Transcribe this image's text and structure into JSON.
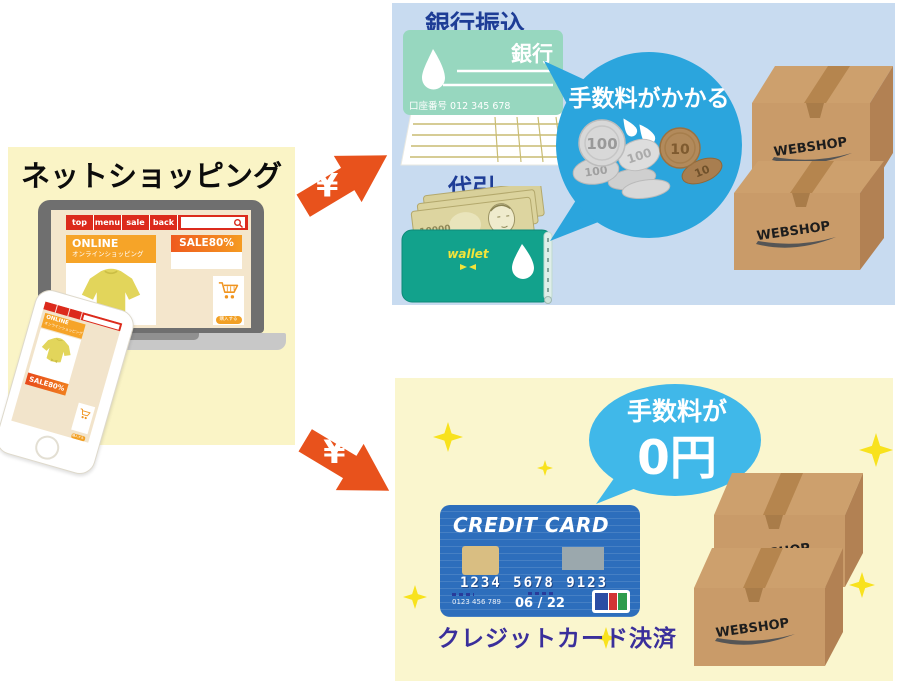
{
  "colors": {
    "panel_yellow": "#FAF4C6",
    "panel_blue": "#C8DBF0",
    "arrow_orange": "#E8521C",
    "bubble_blue_dark": "#2BA5DD",
    "bubble_blue_light": "#40B8E9",
    "wallet_teal": "#12A28C",
    "passbook_mint": "#97D7BF",
    "card_blue": "#2D6EBC",
    "label_navy": "#1E3D96",
    "caption_purple": "#3A2F9B",
    "box_brown": "#C99B69",
    "sparkle_yellow": "#F8E21D"
  },
  "left_panel": {
    "title": "ネットショッピング",
    "laptop": {
      "nav_items": [
        "top",
        "menu",
        "sale",
        "back"
      ],
      "online_line1": "ONLINE",
      "online_line2": "オンラインショッピング",
      "sale_label": "SALE80%",
      "buy_label": "購入する"
    },
    "phone": {
      "online_line1": "ONLINE",
      "online_line2": "オンラインショッピング",
      "sale_label": "SALE80%",
      "buy_label": "購入する"
    }
  },
  "arrows": {
    "symbol": "¥"
  },
  "bank_panel": {
    "title": "銀行振込",
    "passbook": {
      "bank_name": "銀行",
      "account": "口座番号 012 345 678"
    },
    "cod_label": "代引",
    "wallet": {
      "brand": "wallet",
      "bill_value": "10000"
    },
    "fee_bubble": {
      "text": "手数料がかかる"
    },
    "coins": {
      "silver": "100",
      "bronze": "10"
    }
  },
  "boxes": {
    "label": "WEBSHOP"
  },
  "card_panel": {
    "fee_bubble": {
      "line1": "手数料が",
      "line2": "0円"
    },
    "card": {
      "title": "CREDIT CARD",
      "number_groups": [
        "1234",
        "5678",
        "9123"
      ],
      "expiry": "06 / 22",
      "serial": "0123 456 789"
    },
    "caption": "クレジットカード決済"
  }
}
